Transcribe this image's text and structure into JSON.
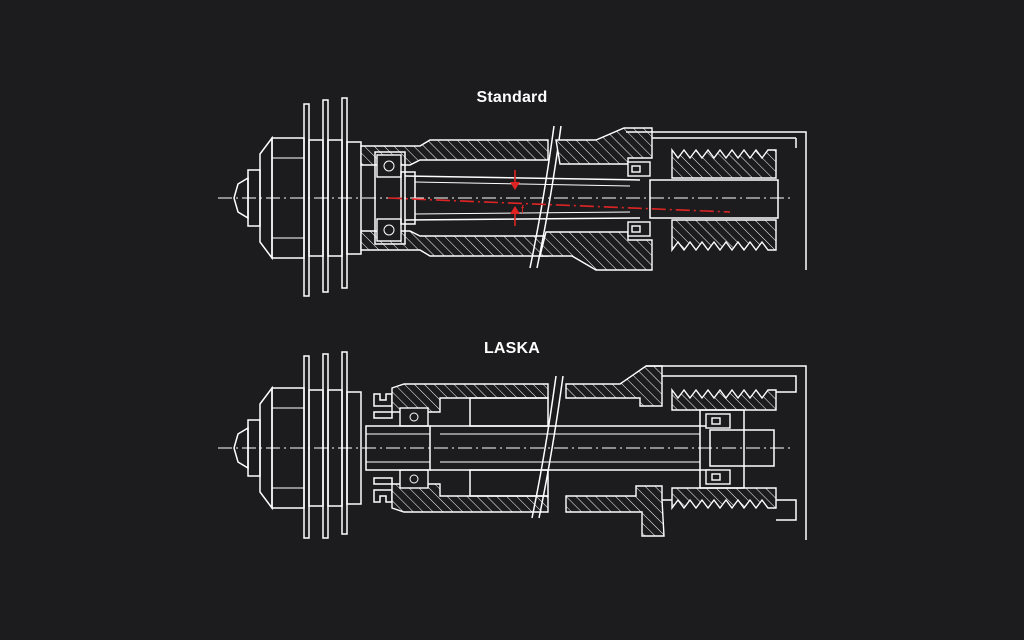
{
  "diagrams": {
    "standard": {
      "title": "Standard",
      "deflection_label": "f"
    },
    "laska": {
      "title": "LASKA"
    }
  },
  "colors": {
    "background": "#1c1c1e",
    "line": "#ffffff",
    "deflection": "#e02424"
  }
}
